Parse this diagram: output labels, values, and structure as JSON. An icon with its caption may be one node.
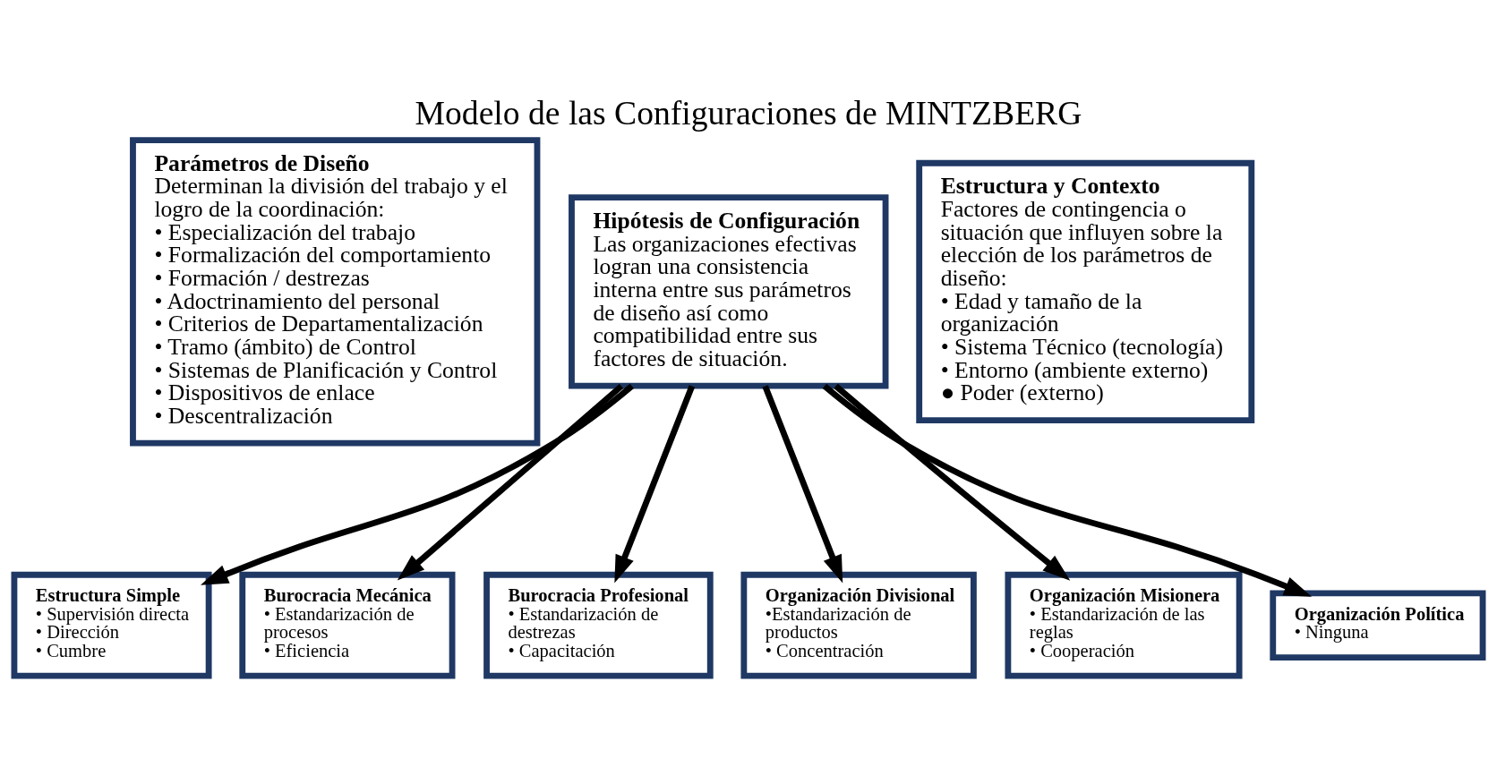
{
  "diagram": {
    "title": "Modelo de las Configuraciones de MINTZBERG",
    "nodes": [
      {
        "text": [
          "Parámetros de Diseño",
          "Determinan la división del trabajo y el logro de la coordinación:",
          "• Especialización del trabajo",
          "• Formalización del comportamiento",
          "• Formación / destrezas",
          "• Adoctrinamiento del personal",
          "• Criterios de Departamentalización",
          "• Tramo (ámbito) de Control",
          "• Sistemas de Planificación y Control",
          "• Dispositivos de enlace",
          "• Descentralización"
        ]
      },
      {
        "text": [
          "Hipótesis de Configuración",
          "Las organizaciones efectivas logran una consistencia interna entre sus parámetros de diseño así como compatibilidad entre sus factores de situación."
        ]
      },
      {
        "text": [
          "Estructura y Contexto",
          "Factores de contingencia o situación que influyen sobre la elección de los parámetros de diseño:",
          "• Edad y tamaño de la organización",
          "• Sistema Técnico (tecnología)",
          "• Entorno (ambiente externo)",
          "● Poder (externo)"
        ]
      },
      {
        "text": [
          "Estructura Simple",
          "• Supervisión directa",
          "• Dirección",
          "• Cumbre"
        ]
      },
      {
        "text": [
          "Burocracia Mecánica",
          "• Estandarización de procesos",
          "• Eficiencia"
        ]
      },
      {
        "text": [
          "Burocracia Profesional",
          "• Estandarización de destrezas",
          "• Capacitación"
        ]
      },
      {
        "text": [
          "Organización Divisional",
          "•Estandarización de productos",
          "• Concentración"
        ]
      },
      {
        "text": [
          "Organización Misionera",
          "• Estandarización de las reglas",
          "• Cooperación"
        ]
      },
      {
        "text": [
          "Organización Política",
          "• Ninguna"
        ]
      }
    ],
    "edges": [
      {
        "from": 1,
        "to": 3,
        "arrow": "to"
      },
      {
        "from": 1,
        "to": 4,
        "arrow": "to"
      },
      {
        "from": 1,
        "to": 5,
        "arrow": "to"
      },
      {
        "from": 1,
        "to": 6,
        "arrow": "to"
      },
      {
        "from": 1,
        "to": 7,
        "arrow": "to"
      },
      {
        "from": 1,
        "to": 8,
        "arrow": "to"
      }
    ]
  }
}
